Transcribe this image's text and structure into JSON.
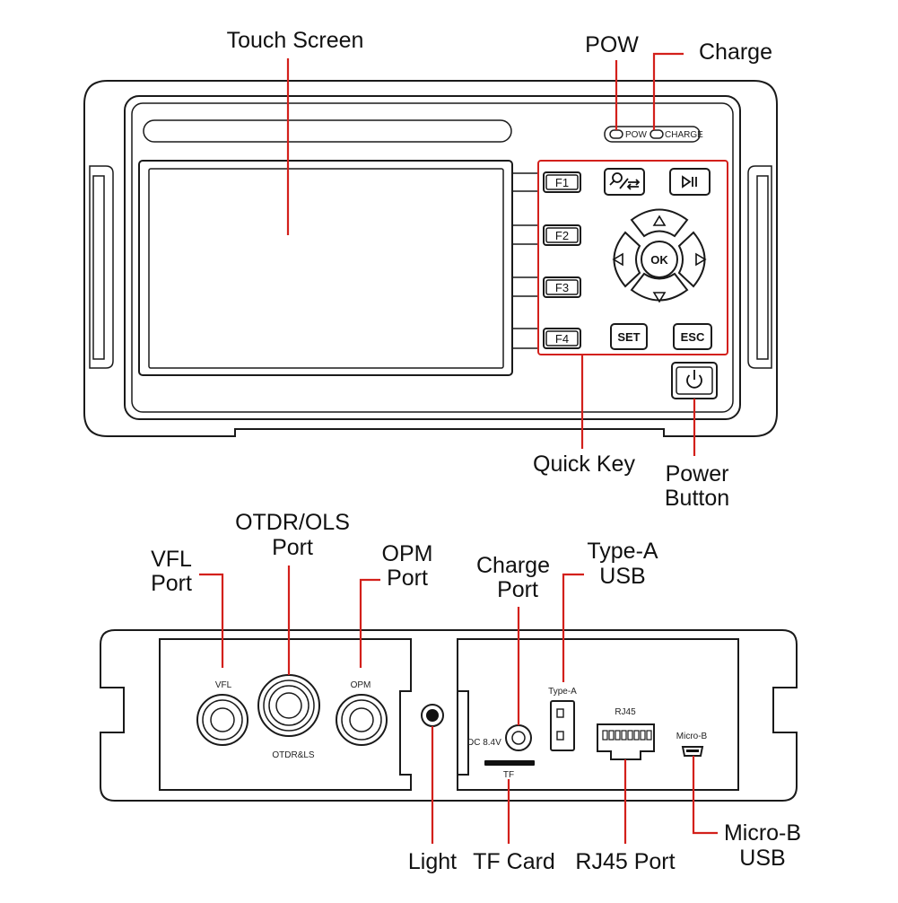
{
  "callouts": {
    "touch_screen": "Touch Screen",
    "pow": "POW",
    "charge": "Charge",
    "quick_key": "Quick Key",
    "power_button_l1": "Power",
    "power_button_l2": "Button",
    "otdr_ols_l1": "OTDR/OLS",
    "otdr_ols_l2": "Port",
    "vfl_l1": "VFL",
    "vfl_l2": "Port",
    "opm_l1": "OPM",
    "opm_l2": "Port",
    "charge_port_l1": "Charge",
    "charge_port_l2": "Port",
    "type_a_l1": "Type-A",
    "type_a_l2": "USB",
    "light": "Light",
    "tf_card": "TF Card",
    "rj45_port": "RJ45 Port",
    "micro_b_l1": "Micro-B",
    "micro_b_l2": "USB"
  },
  "panel_labels": {
    "pow": "POW",
    "charge": "CHARGE",
    "vfl": "VFL",
    "otdr_ls": "OTDR&LS",
    "opm": "OPM",
    "dc": "DC 8.4V",
    "tf": "TF",
    "type_a": "Type-A",
    "rj45": "RJ45",
    "micro_b": "Micro-B"
  },
  "keys": {
    "f1": "F1",
    "f2": "F2",
    "f3": "F3",
    "f4": "F4",
    "ok": "OK",
    "set": "SET",
    "esc": "ESC"
  },
  "icons": [
    "search-swap-icon",
    "play-pause-icon",
    "arrow-up-icon",
    "arrow-down-icon",
    "arrow-left-icon",
    "arrow-right-icon",
    "power-icon"
  ],
  "colors": {
    "callout_line": "#d3201b",
    "outline": "#1a1a1a"
  }
}
